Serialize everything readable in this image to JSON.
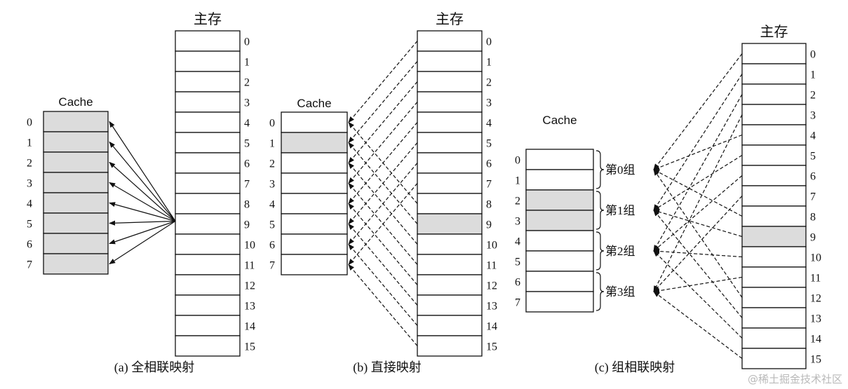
{
  "labels": {
    "main_memory": "主存",
    "cache": "Cache"
  },
  "main_rows": [
    "0",
    "1",
    "2",
    "3",
    "4",
    "5",
    "6",
    "7",
    "8",
    "9",
    "10",
    "11",
    "12",
    "13",
    "14",
    "15"
  ],
  "cache_rows": [
    "0",
    "1",
    "2",
    "3",
    "4",
    "5",
    "6",
    "7"
  ],
  "groups": [
    "第0组",
    "第1组",
    "第2组",
    "第3组"
  ],
  "panels": [
    {
      "id": "a",
      "caption": "(a) 全相联映射",
      "highlight_main": [],
      "highlight_cache": [
        0,
        1,
        2,
        3,
        4,
        5,
        6,
        7
      ]
    },
    {
      "id": "b",
      "caption": "(b) 直接映射",
      "highlight_main": [
        9
      ],
      "highlight_cache": [
        1
      ]
    },
    {
      "id": "c",
      "caption": "(c) 组相联映射",
      "highlight_main": [
        9
      ],
      "highlight_cache": [
        2,
        3
      ]
    }
  ],
  "colors": {
    "fill": "#dcdcdc",
    "stroke": "#111111",
    "watermark": "#b9b9b9"
  },
  "watermark": "@稀土掘金技术社区"
}
